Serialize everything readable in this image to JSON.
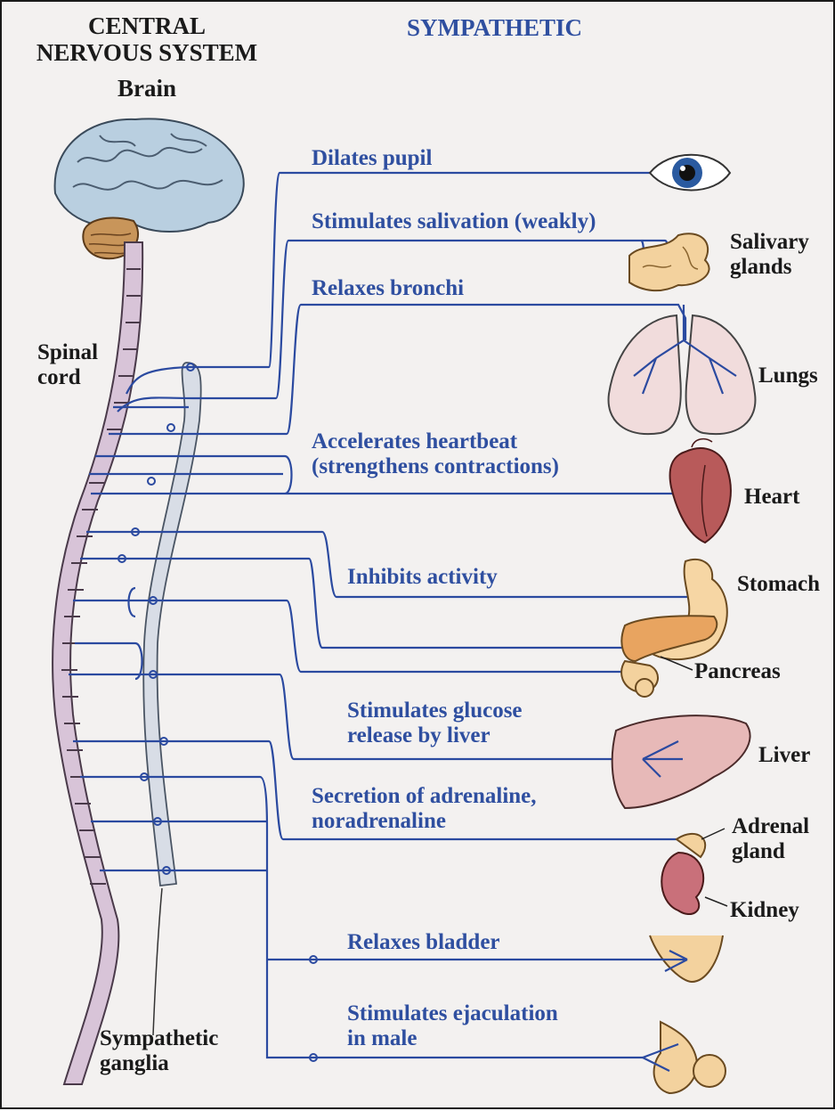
{
  "header": {
    "cns_title": "CENTRAL\nNERVOUS SYSTEM",
    "brain_label": "Brain",
    "division_title": "SYMPATHETIC"
  },
  "labels": {
    "spinal_cord": "Spinal\ncord",
    "sympathetic_ganglia": "Sympathetic\nganglia"
  },
  "effects": [
    "Dilates pupil",
    "Stimulates salivation (weakly)",
    "Relaxes bronchi",
    "Accelerates heartbeat\n(strengthens contractions)",
    "Inhibits activity",
    "Stimulates glucose\nrelease by liver",
    "Secretion of adrenaline,\nnoradrenaline",
    "Relaxes bladder",
    "Stimulates ejaculation\nin male"
  ],
  "organs": {
    "salivary": "Salivary\nglands",
    "lungs": "Lungs",
    "heart": "Heart",
    "stomach": "Stomach",
    "pancreas": "Pancreas",
    "liver": "Liver",
    "adrenal": "Adrenal\ngland",
    "kidney": "Kidney"
  },
  "colors": {
    "nerve": "#2b4aa0",
    "spinal_cord": "#d8c4d8",
    "brain": "#b9cfe0",
    "cerebellum": "#c8955a",
    "organ_pink": "#e7b9b8",
    "organ_peach": "#f3d29e"
  }
}
